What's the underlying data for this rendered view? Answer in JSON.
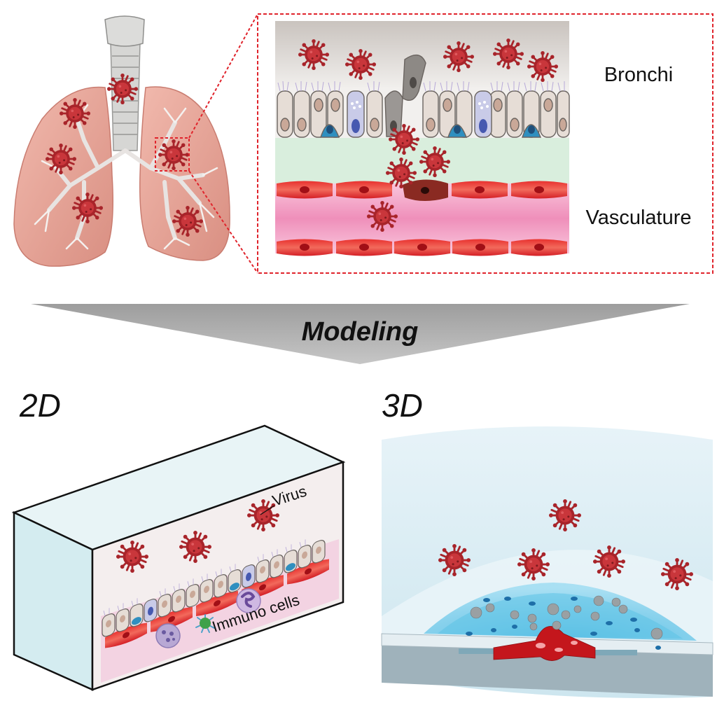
{
  "labels": {
    "bronchi": "Bronchi",
    "vasculature": "Vasculature",
    "modeling": "Modeling",
    "model_2d": "2D",
    "model_3d": "3D",
    "virus": "Virus",
    "immuno_cells": "Immuno cells"
  },
  "colors": {
    "virus": "#b3282d",
    "lung": "#e9a79b",
    "highlight_box": "#e0242c",
    "vessel_band": "#f4a6c8",
    "mucosa": "#d9eedd",
    "airway_bg": "#d8d4d0",
    "arrow_band": "#b8b8b8",
    "hydrogel": "#5cc3e6",
    "vessel_network": "#c4161c"
  },
  "icons": [
    "virus-particle-icon",
    "epithelial-cell-icon",
    "goblet-cell-icon",
    "endothelial-cell-icon",
    "immune-cell-icon",
    "dendritic-cell-icon"
  ]
}
